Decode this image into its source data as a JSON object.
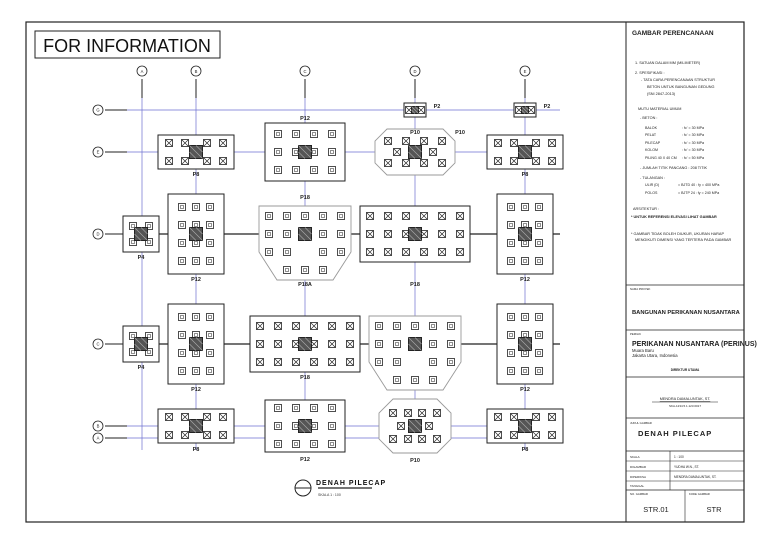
{
  "banner": "FOR INFORMATION",
  "grid_labels": {
    "columns": [
      "A",
      "B",
      "C",
      "D",
      "E"
    ],
    "rows": [
      "G",
      "E",
      "D",
      "C",
      "B",
      "A"
    ]
  },
  "pilecaps": {
    "p2": "P2",
    "p4": "P4",
    "p8": "P8",
    "p10": "P10",
    "p12": "P12",
    "p18": "P18",
    "p18a": "P18A"
  },
  "plan": {
    "title": "DENAH PILECAP",
    "scale": "SKALA 1 : 100"
  },
  "title_block": {
    "header": "GAMBAR PERENCANAAN",
    "notes": [
      "1. SATUAN DALAM MM (MILIMETER)",
      "2. SPESIFIKASI :",
      "- TATA CARA PERENCANAAN STRUKTUR",
      "BETON UNTUK BANGUNAN GEDUNG",
      "(SNI 2847-2013)",
      "MUTU MATERIAL UMUM",
      "- BETON :",
      "- JUMLAH TITIK PANCANG : 208 TITIK",
      "- TULANGAN :",
      "ARSITEKTUR :",
      "* UNTUK REFERENSI ELEVASI LIHAT GAMBAR",
      "* GAMBAR TIDAK BOLEH DIUKUR, UKURAN HARAP",
      "MENGIKUTI DIMENSI YANG TERTERA PADA GAMBAR"
    ],
    "concrete": [
      {
        "name": "BALOK",
        "value": ": fc' = 30 MPa"
      },
      {
        "name": "PELAT",
        "value": ": fc' = 30 MPa"
      },
      {
        "name": "PILECAP",
        "value": ": fc' = 30 MPa"
      },
      {
        "name": "KOLOM",
        "value": ": fc' = 30 MPa"
      },
      {
        "name": "PILING 40 X 40 CM",
        "value": ": fc' = 50 MPa"
      }
    ],
    "rebar": [
      {
        "name": "ULIR (D)",
        "value": "= BJTD 40 : fy = 400 MPa"
      },
      {
        "name": "POLOS",
        "value": "= BJTP 24 : fy = 240 MPa"
      }
    ],
    "project_label": "NAMA PROYEK",
    "project": "BANGUNAN PERIKANAN NUSANTARA",
    "owner_label": "PEMILIK",
    "owner": "PERIKANAN NUSANTARA (PERINUS)",
    "address1": "Muara Baru",
    "address2": "Jakarta Utara, Indonesia",
    "owner_sign": "DIREKTUR UTAMA",
    "engineer": "MENDRA DAMALUNTAK, ST.",
    "engineer_id": "SKA-1234.5.1.123.0017",
    "drawing_label": "JUDUL GAMBAR",
    "drawing_title": "DENAH PILECAP",
    "rows": [
      {
        "label": "SKALA",
        "value": "1 : 100"
      },
      {
        "label": "DIGAMBAR",
        "value": "YUDHA W.N., ST."
      },
      {
        "label": "DIPERIKSA",
        "value": "MENDRA DAMALUNTAK, ST."
      },
      {
        "label": "TANGGAL",
        "value": ""
      }
    ],
    "sheet_no_label": "NO. GAMBAR",
    "sheet_no": "STR.01",
    "code_label": "KODE GAMBAR",
    "code": "STR"
  }
}
